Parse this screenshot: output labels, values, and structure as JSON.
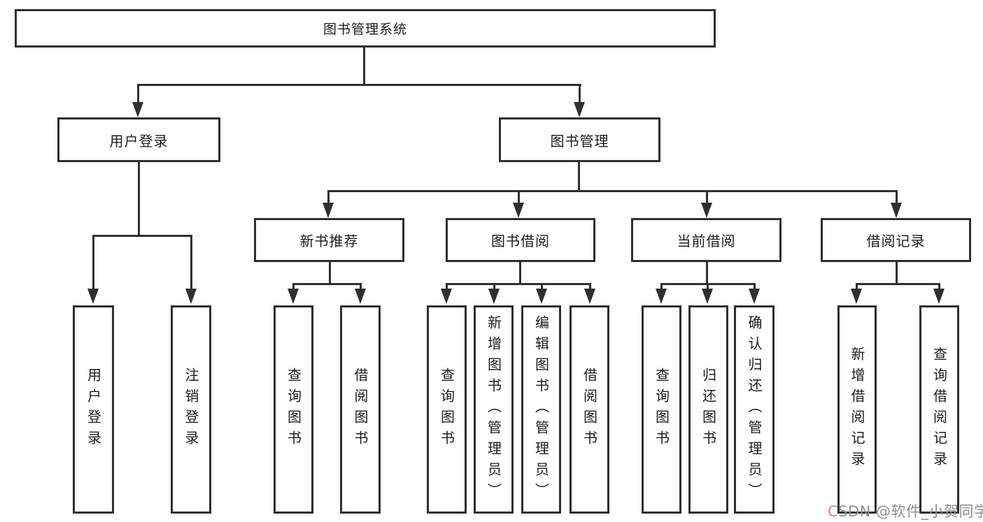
{
  "diagram": {
    "type": "hierarchy-flowchart",
    "colors": {
      "line": "#2f2f2f",
      "text": "#1c1c1c",
      "background": "#ffffff",
      "watermark_gray": "#8e8e8e",
      "watermark_pink": "#d9808f"
    },
    "nodes": {
      "root": {
        "label": "图书管理系统"
      },
      "user_login": {
        "label": "用户登录"
      },
      "book_mgmt": {
        "label": "图书管理"
      },
      "new_books": {
        "label": "新书推荐"
      },
      "book_borrow": {
        "label": "图书借阅"
      },
      "current_borrow": {
        "label": "当前借阅"
      },
      "borrow_records": {
        "label": "借阅记录"
      },
      "leaf_user_login": {
        "label": "用户登录"
      },
      "leaf_logout": {
        "label": "注销登录"
      },
      "leaf_nb_query": {
        "label": "查询图书"
      },
      "leaf_nb_borrow": {
        "label": "借阅图书"
      },
      "leaf_bb_query": {
        "label": "查询图书"
      },
      "leaf_bb_add": {
        "label": "新增图书（管理员）"
      },
      "leaf_bb_edit": {
        "label": "编辑图书（管理员）"
      },
      "leaf_bb_borrow": {
        "label": "借阅图书"
      },
      "leaf_cb_query": {
        "label": "查询图书"
      },
      "leaf_cb_return": {
        "label": "归还图书"
      },
      "leaf_cb_confirm": {
        "label": "确认归还（管理员）"
      },
      "leaf_br_add": {
        "label": "新增借阅记录"
      },
      "leaf_br_query": {
        "label": "查询借阅记录"
      }
    },
    "edges": [
      [
        "图书管理系统",
        "用户登录"
      ],
      [
        "图书管理系统",
        "图书管理"
      ],
      [
        "用户登录",
        "用户登录(叶)"
      ],
      [
        "用户登录",
        "注销登录"
      ],
      [
        "图书管理",
        "新书推荐"
      ],
      [
        "图书管理",
        "图书借阅"
      ],
      [
        "图书管理",
        "当前借阅"
      ],
      [
        "图书管理",
        "借阅记录"
      ],
      [
        "新书推荐",
        "查询图书"
      ],
      [
        "新书推荐",
        "借阅图书"
      ],
      [
        "图书借阅",
        "查询图书"
      ],
      [
        "图书借阅",
        "新增图书（管理员）"
      ],
      [
        "图书借阅",
        "编辑图书（管理员）"
      ],
      [
        "图书借阅",
        "借阅图书"
      ],
      [
        "当前借阅",
        "查询图书"
      ],
      [
        "当前借阅",
        "归还图书"
      ],
      [
        "当前借阅",
        "确认归还（管理员）"
      ],
      [
        "借阅记录",
        "新增借阅记录"
      ],
      [
        "借阅记录",
        "查询借阅记录"
      ]
    ]
  },
  "watermark": {
    "logo_letter": "C",
    "rest": "SDN @软件_小贺同学"
  }
}
